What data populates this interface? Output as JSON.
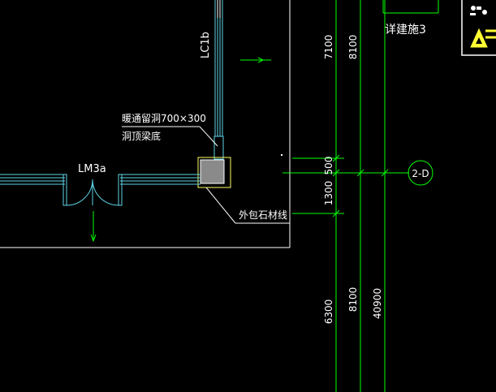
{
  "viewport": {
    "title": ""
  },
  "labels": {
    "window_tag": "LC1b",
    "door_tag": "LM3a",
    "hvac_opening_line1": "暖通留洞700×300",
    "hvac_opening_line2": "洞顶梁底",
    "stone_trim": "外包石材线",
    "detail_ref": "详建施3",
    "grid_bubble": "2-D"
  },
  "dimensions": {
    "top_chain_a": "7100",
    "top_chain_b": "8100",
    "mid_a": "500",
    "mid_b": "1300",
    "bottom_chain_a": "6300",
    "bottom_chain_b": "8100",
    "overall": "40900"
  },
  "colors": {
    "background": "#000000",
    "wall": "#ffffff",
    "window_line": "#5fd3e6",
    "dimension": "#00ff00",
    "text_white": "#ffffff",
    "column_fill": "#8a8a8a",
    "stone_outline": "#ffff66"
  },
  "icons": {
    "legend_symbol": "legend-triangle-icon"
  }
}
